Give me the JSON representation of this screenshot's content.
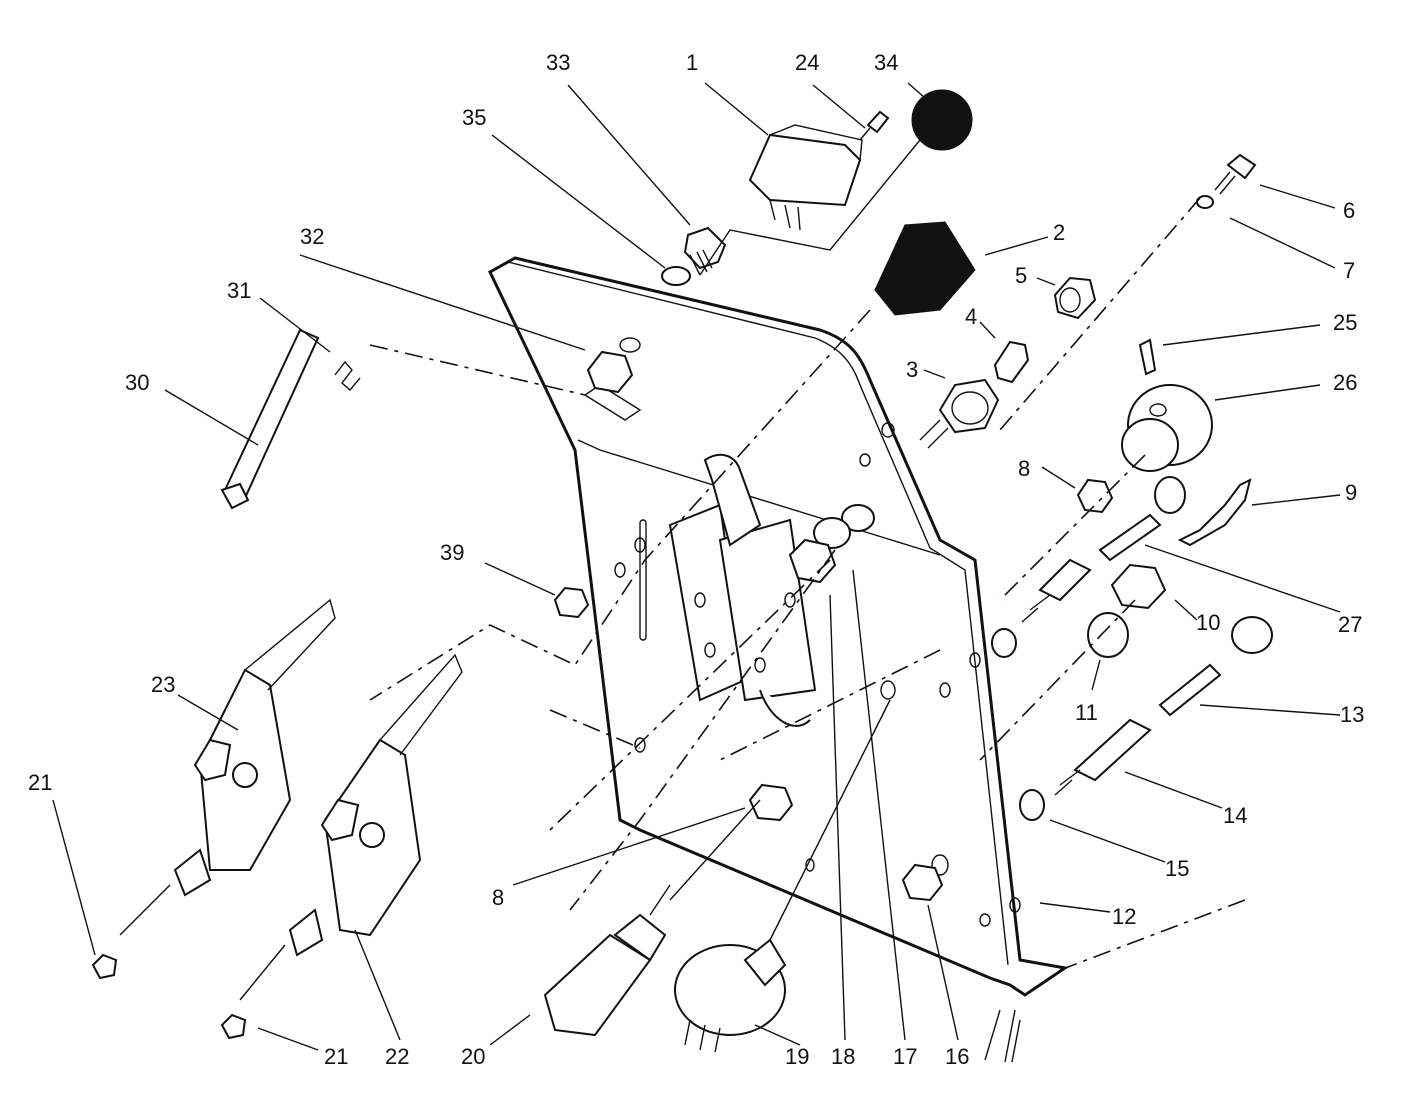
{
  "callouts": [
    "1",
    "2",
    "3",
    "4",
    "5",
    "6",
    "7",
    "8",
    "9",
    "10",
    "11",
    "12",
    "13",
    "14",
    "15",
    "16",
    "17",
    "18",
    "19",
    "20",
    "21",
    "21",
    "22",
    "23",
    "24",
    "25",
    "26",
    "27",
    "30",
    "31",
    "32",
    "33",
    "34",
    "35",
    "39",
    "8"
  ]
}
